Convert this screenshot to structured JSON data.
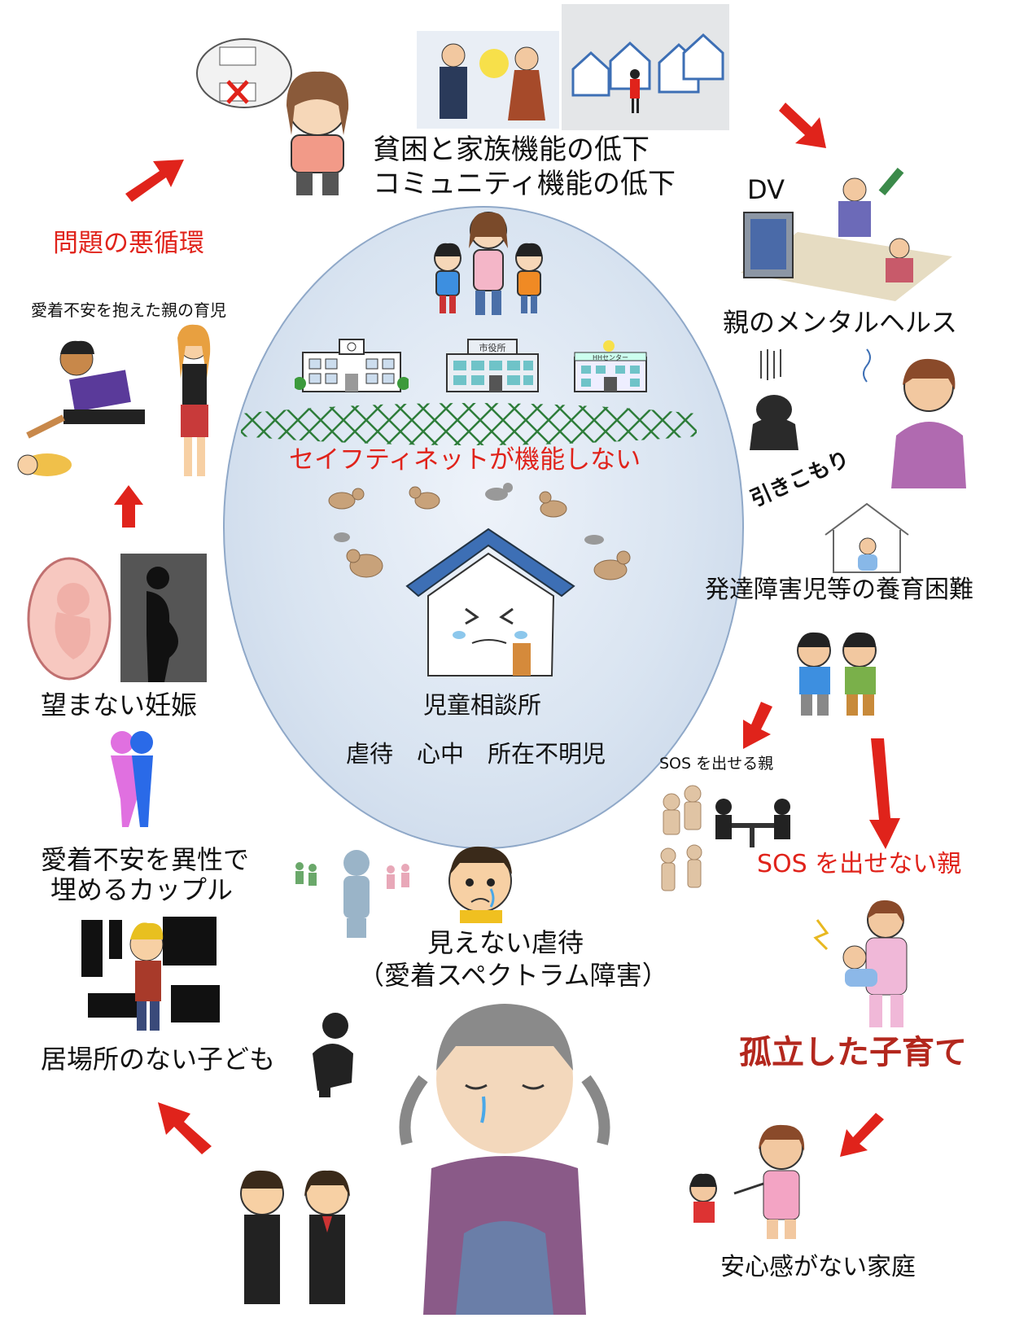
{
  "colors": {
    "accent_red": "#e0231b",
    "dark_red": "#b3271d",
    "ellipse_fill": "#d9e4f1",
    "net_green": "#2e7d3a"
  },
  "labels": {
    "top_title_1": "貧困と家族機能の低下",
    "top_title_2": "コミュニティ機能の低下",
    "dv": "DV",
    "mental_health": "親のメンタルヘルス",
    "hikikomori": "引きこもり",
    "developmental": "発達障害児等の養育困難",
    "sos_can": "SOS を出せる親",
    "sos_cannot": "SOS を出せない親",
    "isolated": "孤立した子育て",
    "no_security": "安心感がない家庭",
    "invisible_abuse_1": "見えない虐待",
    "invisible_abuse_2": "（愛着スペクトラム障害）",
    "no_place": "居場所のない子ども",
    "couple_1": "愛着不安を異性で",
    "couple_2": "埋めるカップル",
    "unwanted": "望まない妊娠",
    "parenting": "愛着不安を抱えた親の育児",
    "vicious_cycle": "問題の悪循環",
    "safety_net": "セイフティネットが機能しない",
    "consult": "児童相談所",
    "outcomes": "虐待　心中　所在不明児",
    "city_hall": "市役所",
    "clinic": "HHセンター"
  },
  "icons": [
    "arrow-icon",
    "house-icon",
    "school-icon",
    "family-icon",
    "net-icon",
    "crying-house-icon",
    "figure-icon"
  ]
}
